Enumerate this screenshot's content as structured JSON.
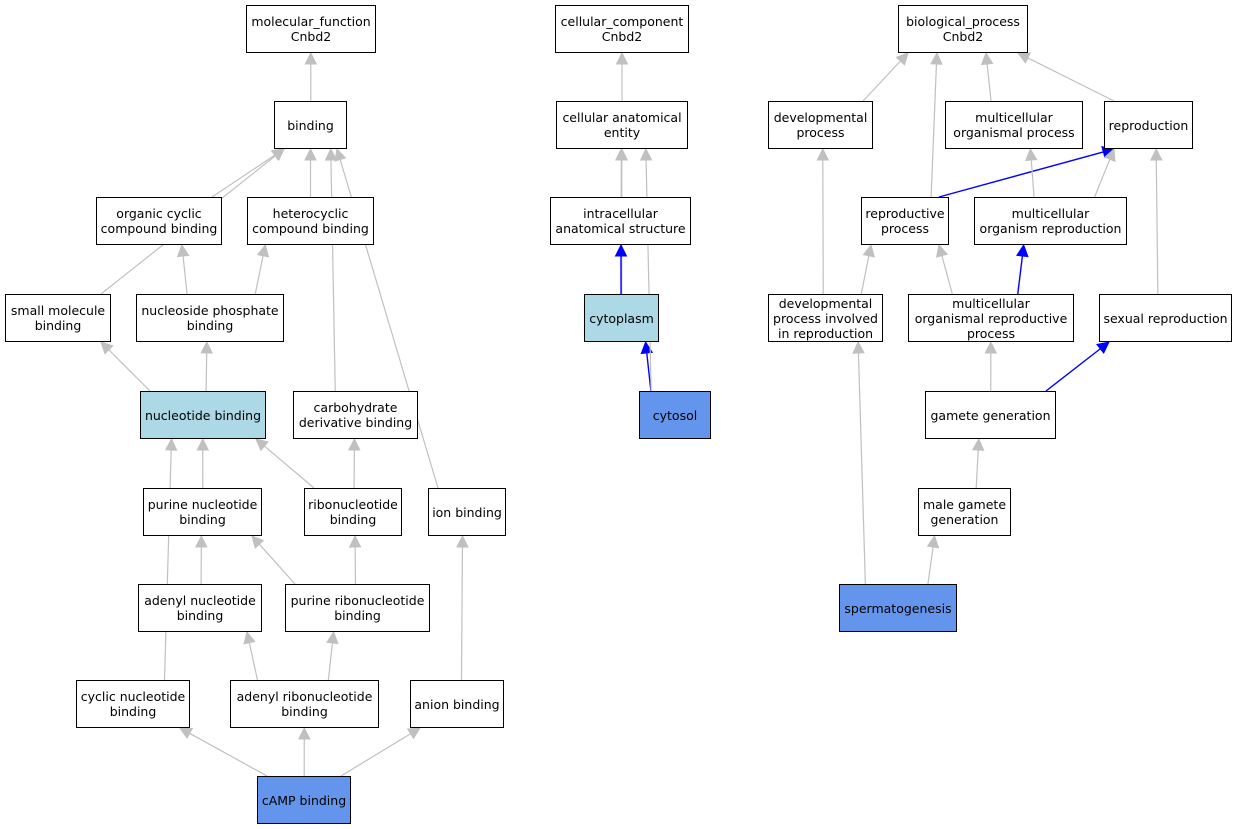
{
  "colors": {
    "default_fill": "#ffffff",
    "light_blue": "#add8e6",
    "cornflower_blue": "#6495ed",
    "grey_edge": "#c0c0c0",
    "blue_edge": "#0000ff"
  },
  "nodes": [
    {
      "id": "mf",
      "label": "molecular_function\nCnbd2",
      "fill": "default"
    },
    {
      "id": "binding",
      "label": "binding",
      "fill": "default"
    },
    {
      "id": "ocb",
      "label": "organic cyclic\ncompound binding",
      "fill": "default"
    },
    {
      "id": "hcb",
      "label": "heterocyclic\ncompound binding",
      "fill": "default"
    },
    {
      "id": "smb",
      "label": "small molecule\nbinding",
      "fill": "default"
    },
    {
      "id": "npb",
      "label": "nucleoside phosphate\nbinding",
      "fill": "default"
    },
    {
      "id": "nb",
      "label": "nucleotide binding",
      "fill": "light_blue"
    },
    {
      "id": "cdb",
      "label": "carbohydrate\nderivative binding",
      "fill": "default"
    },
    {
      "id": "pnb",
      "label": "purine nucleotide\nbinding",
      "fill": "default"
    },
    {
      "id": "rnb",
      "label": "ribonucleotide\nbinding",
      "fill": "default"
    },
    {
      "id": "ionb",
      "label": "ion binding",
      "fill": "default"
    },
    {
      "id": "anb",
      "label": "adenyl nucleotide\nbinding",
      "fill": "default"
    },
    {
      "id": "prb",
      "label": "purine ribonucleotide\nbinding",
      "fill": "default"
    },
    {
      "id": "cnb",
      "label": "cyclic nucleotide\nbinding",
      "fill": "default"
    },
    {
      "id": "arb",
      "label": "adenyl ribonucleotide\nbinding",
      "fill": "default"
    },
    {
      "id": "anionb",
      "label": "anion binding",
      "fill": "default"
    },
    {
      "id": "camp",
      "label": "cAMP binding",
      "fill": "cornflower_blue"
    },
    {
      "id": "cc",
      "label": "cellular_component\nCnbd2",
      "fill": "default"
    },
    {
      "id": "cae",
      "label": "cellular anatomical\nentity",
      "fill": "default"
    },
    {
      "id": "ias",
      "label": "intracellular\nanatomical structure",
      "fill": "default"
    },
    {
      "id": "cyto",
      "label": "cytoplasm",
      "fill": "light_blue"
    },
    {
      "id": "cytosol",
      "label": "cytosol",
      "fill": "cornflower_blue"
    },
    {
      "id": "bp",
      "label": "biological_process\nCnbd2",
      "fill": "default"
    },
    {
      "id": "devp",
      "label": "developmental\nprocess",
      "fill": "default"
    },
    {
      "id": "mop",
      "label": "multicellular\norganismal process",
      "fill": "default"
    },
    {
      "id": "repro",
      "label": "reproduction",
      "fill": "default"
    },
    {
      "id": "rp",
      "label": "reproductive\nprocess",
      "fill": "default"
    },
    {
      "id": "mor",
      "label": "multicellular\norganism reproduction",
      "fill": "default"
    },
    {
      "id": "dpir",
      "label": "developmental\nprocess involved\nin reproduction",
      "fill": "default"
    },
    {
      "id": "morp",
      "label": "multicellular\norganismal reproductive\nprocess",
      "fill": "default"
    },
    {
      "id": "sr",
      "label": "sexual reproduction",
      "fill": "default"
    },
    {
      "id": "gg",
      "label": "gamete generation",
      "fill": "default"
    },
    {
      "id": "mgg",
      "label": "male gamete\ngeneration",
      "fill": "default"
    },
    {
      "id": "sperm",
      "label": "spermatogenesis",
      "fill": "cornflower_blue"
    }
  ],
  "edges": [
    {
      "from": "binding",
      "to": "mf",
      "color": "grey"
    },
    {
      "from": "ocb",
      "to": "binding",
      "color": "grey"
    },
    {
      "from": "hcb",
      "to": "binding",
      "color": "grey"
    },
    {
      "from": "smb",
      "to": "binding",
      "color": "grey"
    },
    {
      "from": "npb",
      "to": "ocb",
      "color": "grey"
    },
    {
      "from": "npb",
      "to": "hcb",
      "color": "grey"
    },
    {
      "from": "nb",
      "to": "smb",
      "color": "grey"
    },
    {
      "from": "nb",
      "to": "npb",
      "color": "grey"
    },
    {
      "from": "cdb",
      "to": "binding",
      "color": "grey"
    },
    {
      "from": "ionb",
      "to": "binding",
      "color": "grey"
    },
    {
      "from": "pnb",
      "to": "nb",
      "color": "grey"
    },
    {
      "from": "rnb",
      "to": "nb",
      "color": "grey"
    },
    {
      "from": "rnb",
      "to": "cdb",
      "color": "grey"
    },
    {
      "from": "anb",
      "to": "pnb",
      "color": "grey"
    },
    {
      "from": "prb",
      "to": "pnb",
      "color": "grey"
    },
    {
      "from": "prb",
      "to": "rnb",
      "color": "grey"
    },
    {
      "from": "cnb",
      "to": "nb",
      "color": "grey"
    },
    {
      "from": "arb",
      "to": "anb",
      "color": "grey"
    },
    {
      "from": "arb",
      "to": "prb",
      "color": "grey"
    },
    {
      "from": "anionb",
      "to": "ionb",
      "color": "grey"
    },
    {
      "from": "camp",
      "to": "cnb",
      "color": "grey"
    },
    {
      "from": "camp",
      "to": "arb",
      "color": "grey"
    },
    {
      "from": "camp",
      "to": "anionb",
      "color": "grey"
    },
    {
      "from": "cae",
      "to": "cc",
      "color": "grey"
    },
    {
      "from": "ias",
      "to": "cae",
      "color": "grey"
    },
    {
      "from": "cyto",
      "to": "cae",
      "color": "grey"
    },
    {
      "from": "cyto",
      "to": "ias",
      "color": "blue"
    },
    {
      "from": "cytosol",
      "to": "cyto",
      "color": "blue"
    },
    {
      "from": "cytosol",
      "to": "cae",
      "color": "grey"
    },
    {
      "from": "devp",
      "to": "bp",
      "color": "grey"
    },
    {
      "from": "mop",
      "to": "bp",
      "color": "grey"
    },
    {
      "from": "repro",
      "to": "bp",
      "color": "grey"
    },
    {
      "from": "rp",
      "to": "bp",
      "color": "grey"
    },
    {
      "from": "rp",
      "to": "repro",
      "color": "blue"
    },
    {
      "from": "mor",
      "to": "mop",
      "color": "grey"
    },
    {
      "from": "mor",
      "to": "repro",
      "color": "grey"
    },
    {
      "from": "dpir",
      "to": "devp",
      "color": "grey"
    },
    {
      "from": "dpir",
      "to": "rp",
      "color": "grey"
    },
    {
      "from": "morp",
      "to": "rp",
      "color": "grey"
    },
    {
      "from": "morp",
      "to": "mor",
      "color": "blue"
    },
    {
      "from": "sr",
      "to": "repro",
      "color": "grey"
    },
    {
      "from": "gg",
      "to": "morp",
      "color": "grey"
    },
    {
      "from": "gg",
      "to": "sr",
      "color": "blue"
    },
    {
      "from": "mgg",
      "to": "gg",
      "color": "grey"
    },
    {
      "from": "sperm",
      "to": "dpir",
      "color": "grey"
    },
    {
      "from": "sperm",
      "to": "mgg",
      "color": "grey"
    }
  ]
}
